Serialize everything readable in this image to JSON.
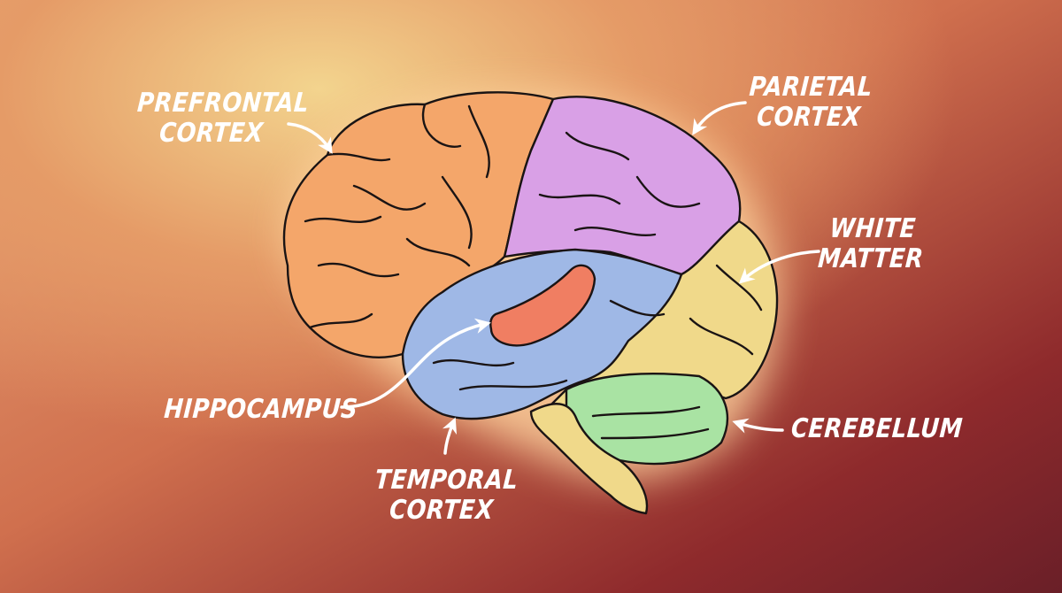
{
  "labels": {
    "prefrontal": {
      "line1": "PREFRONTAL",
      "line2": "CORTEX"
    },
    "parietal": {
      "line1": "PARIETAL",
      "line2": "CORTEX"
    },
    "white_matter": {
      "line1": "WHITE",
      "line2": "MATTER"
    },
    "hippocampus": {
      "line1": "HIPPOCAMPUS"
    },
    "temporal": {
      "line1": "TEMPORAL",
      "line2": "CORTEX"
    },
    "cerebellum": {
      "line1": "CEREBELLUM"
    }
  },
  "colors": {
    "frontal": "#f4a66a",
    "parietal": "#d9a0e6",
    "white_matter": "#f0d98a",
    "temporal": "#9fb8e6",
    "hippocampus": "#f07e62",
    "cerebellum": "#a9e3a3",
    "outline": "#1a1414",
    "label": "#ffffff"
  }
}
